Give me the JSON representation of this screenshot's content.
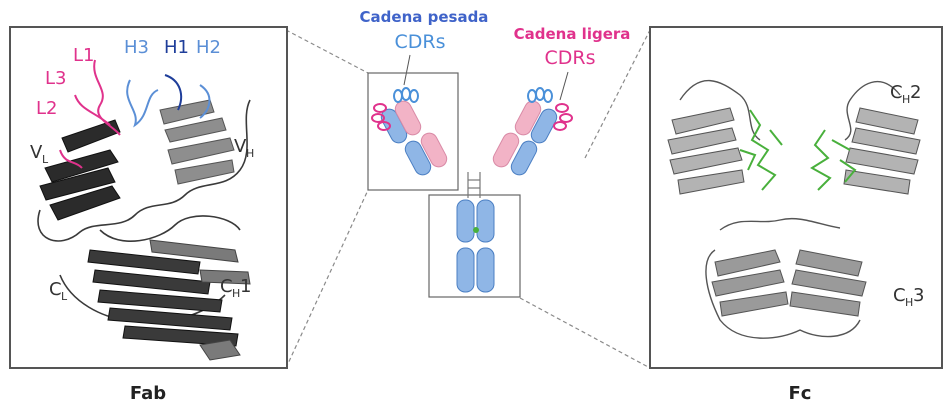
{
  "colors": {
    "heavy": "#5b8fd6",
    "heavy_dark": "#1f3e9a",
    "light": "#e0328c",
    "light_fill": "#f2b3c6",
    "heavy_fill": "#8fb6e6",
    "protein": "#2a2a2a",
    "ligand": "#49b03c",
    "frame": "#555555"
  },
  "center": {
    "heavy_title": "Cadena pesada",
    "heavy_cdrs": "CDRs",
    "light_title": "Cadena ligera",
    "light_cdrs": "CDRs"
  },
  "fab": {
    "caption": "Fab",
    "loops": {
      "l1": "L1",
      "l2": "L2",
      "l3": "L3",
      "h1": "H1",
      "h2": "H2",
      "h3": "H3"
    },
    "domains": {
      "vl_main": "V",
      "vl_sub": "L",
      "vh_main": "V",
      "vh_sub": "H",
      "cl_main": "C",
      "cl_sub": "L",
      "ch1_main": "C",
      "ch1_sub": "H",
      "ch1_num": "1"
    }
  },
  "fc": {
    "caption": "Fc",
    "domains": {
      "ch2_main": "C",
      "ch2_sub": "H",
      "ch2_num": "2",
      "ch3_main": "C",
      "ch3_sub": "H",
      "ch3_num": "3"
    }
  }
}
